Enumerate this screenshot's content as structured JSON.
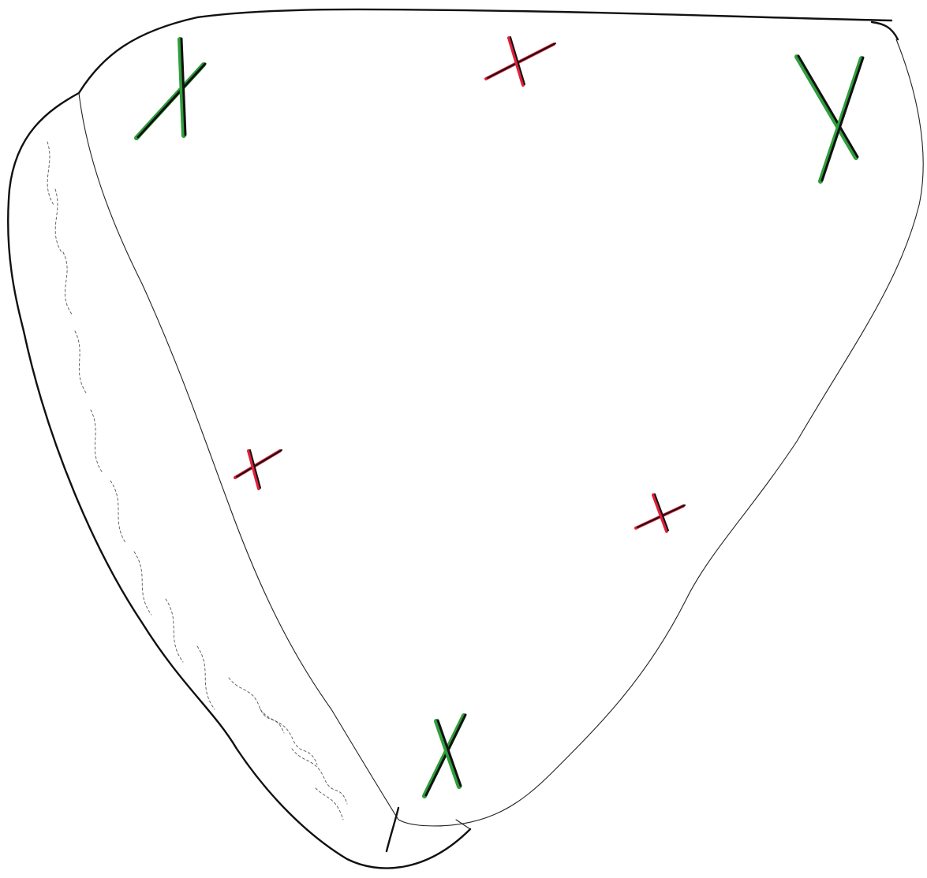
{
  "diagram": {
    "background": "#ffffff",
    "outline_color": "#111111",
    "shape": "rounded-triangle-slab",
    "colors": {
      "green": "#2e9e3a",
      "red": "#e0203a",
      "ink": "#111111"
    },
    "marks": [
      {
        "color": "green",
        "kind": "x"
      },
      {
        "color": "red",
        "kind": "cross"
      },
      {
        "color": "green",
        "kind": "x"
      },
      {
        "color": "red",
        "kind": "cross"
      },
      {
        "color": "red",
        "kind": "cross"
      },
      {
        "color": "green",
        "kind": "x"
      }
    ]
  }
}
